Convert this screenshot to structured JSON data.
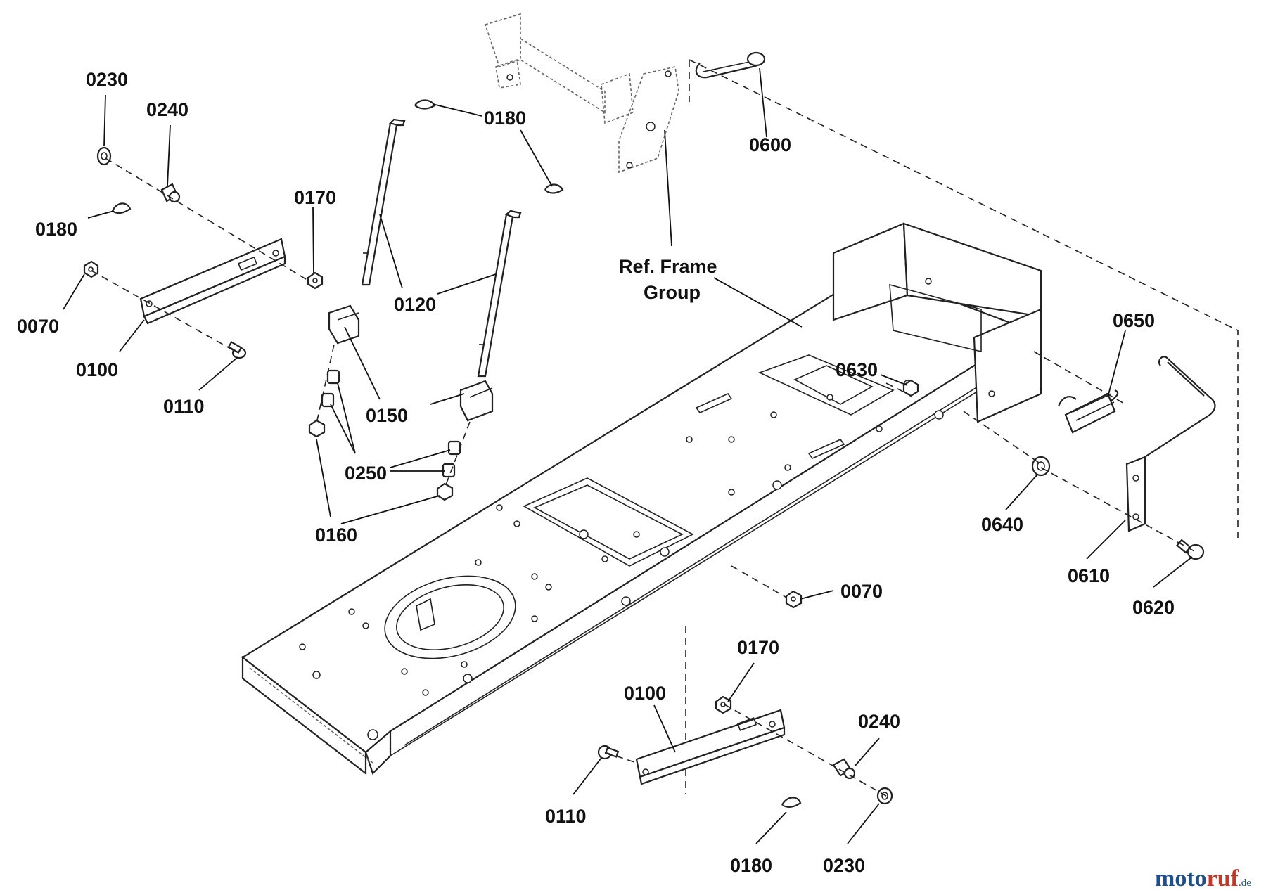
{
  "diagram": {
    "reference_label": {
      "line1": "Ref. Frame",
      "line2": "Group"
    },
    "callouts": [
      {
        "id": "c1",
        "text": "0230"
      },
      {
        "id": "c2",
        "text": "0240"
      },
      {
        "id": "c3",
        "text": "0180"
      },
      {
        "id": "c4",
        "text": "0170"
      },
      {
        "id": "c5",
        "text": "0070"
      },
      {
        "id": "c6",
        "text": "0100"
      },
      {
        "id": "c7",
        "text": "0110"
      },
      {
        "id": "c8",
        "text": "0180"
      },
      {
        "id": "c9",
        "text": "0120"
      },
      {
        "id": "c10",
        "text": "0150"
      },
      {
        "id": "c11",
        "text": "0250"
      },
      {
        "id": "c12",
        "text": "0160"
      },
      {
        "id": "c13",
        "text": "0600"
      },
      {
        "id": "c14",
        "text": "0630"
      },
      {
        "id": "c15",
        "text": "0650"
      },
      {
        "id": "c16",
        "text": "0640"
      },
      {
        "id": "c17",
        "text": "0610"
      },
      {
        "id": "c18",
        "text": "0620"
      },
      {
        "id": "c19",
        "text": "0070"
      },
      {
        "id": "c20",
        "text": "0170"
      },
      {
        "id": "c21",
        "text": "0100"
      },
      {
        "id": "c22",
        "text": "0240"
      },
      {
        "id": "c23",
        "text": "0110"
      },
      {
        "id": "c24",
        "text": "0180"
      },
      {
        "id": "c25",
        "text": "0230"
      }
    ]
  },
  "watermark": {
    "part1": "moto",
    "part2": "ruf",
    "suffix": ".de"
  },
  "colors": {
    "ink": "#111111",
    "watermark_blue": "#1f4e8c",
    "watermark_red": "#c0392b"
  }
}
